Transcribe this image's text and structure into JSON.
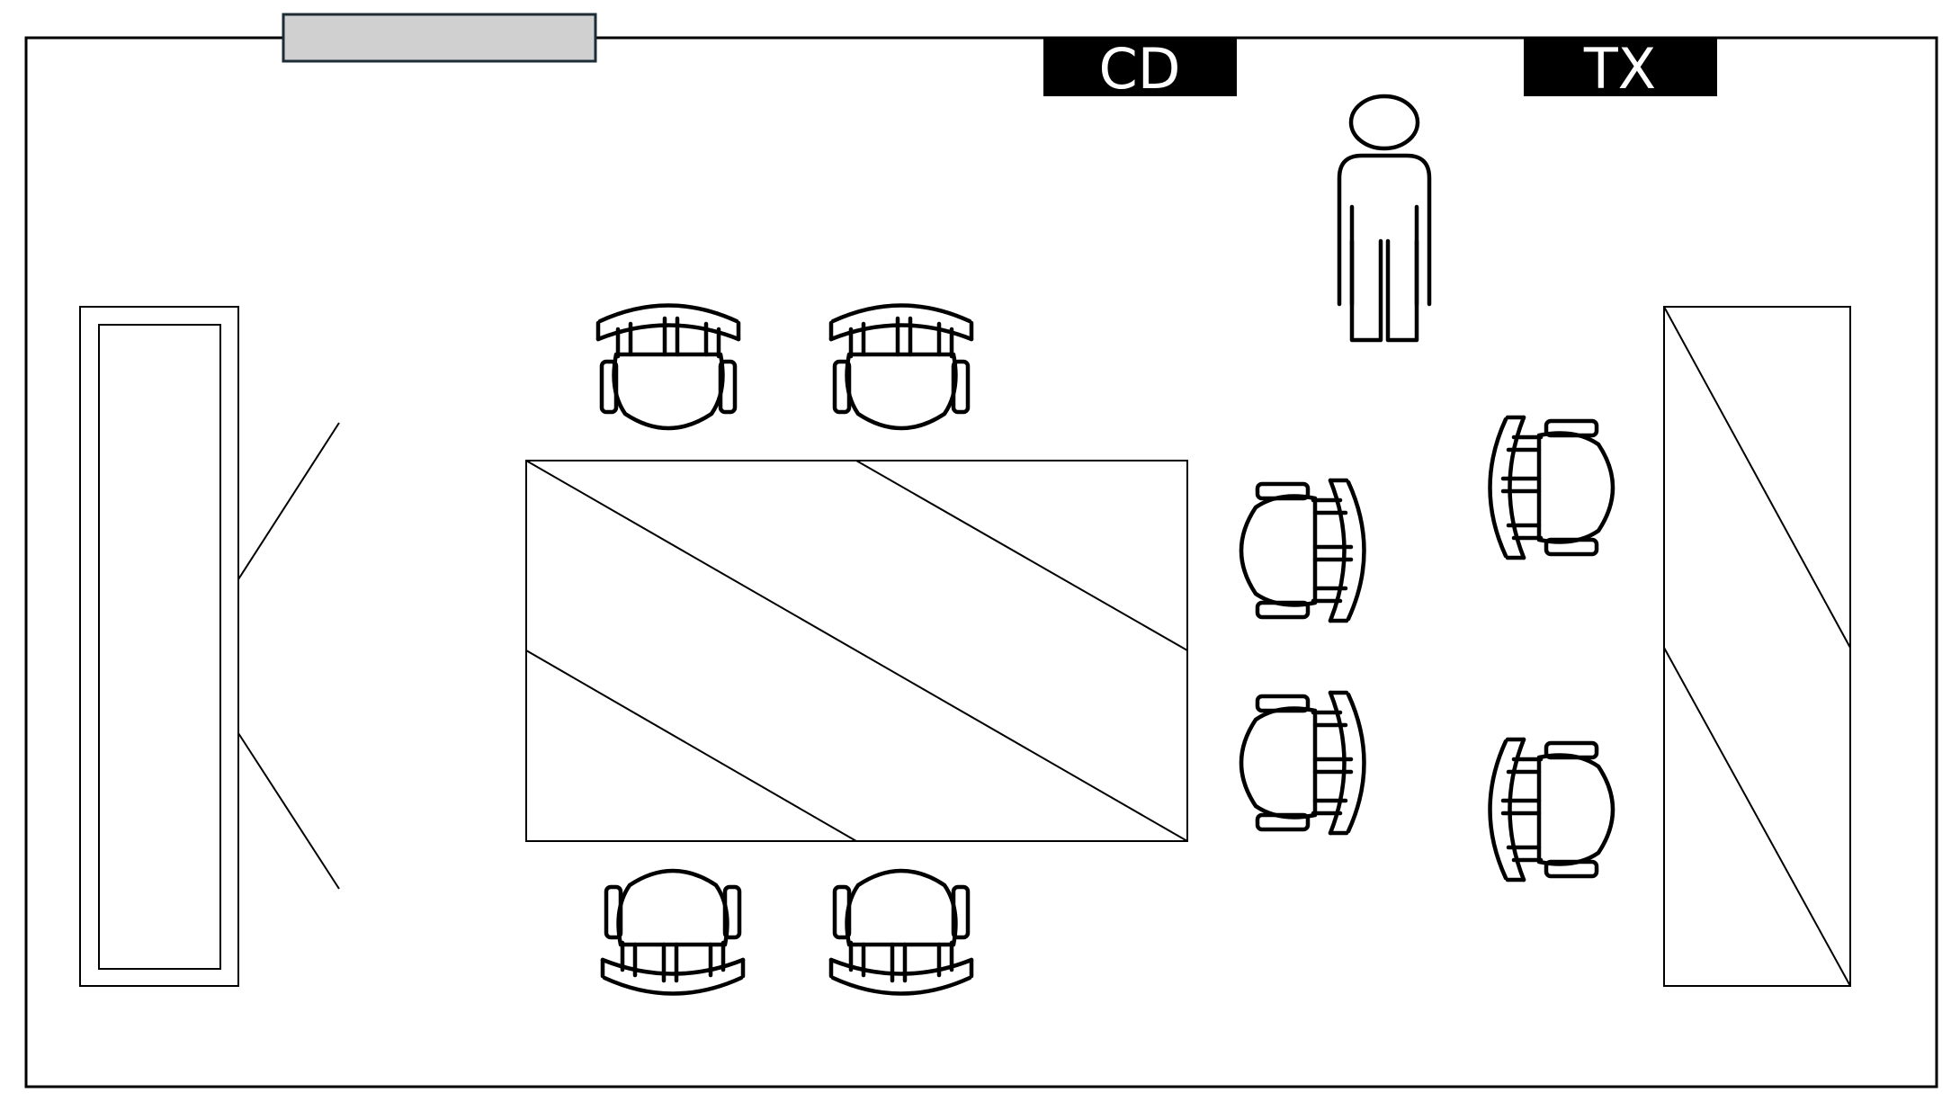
{
  "room": {
    "labels": [
      {
        "id": "cd",
        "text": "CD"
      },
      {
        "id": "tx",
        "text": "TX"
      }
    ]
  },
  "colors": {
    "background": "#ffffff",
    "stroke": "#000000",
    "label_fill": "#000000",
    "label_text": "#ffffff",
    "window_fill": "#d0d0d0",
    "window_stroke": "#1e2c36"
  },
  "icons": {
    "person": "standing-person-icon",
    "chair": "armchair-icon"
  }
}
